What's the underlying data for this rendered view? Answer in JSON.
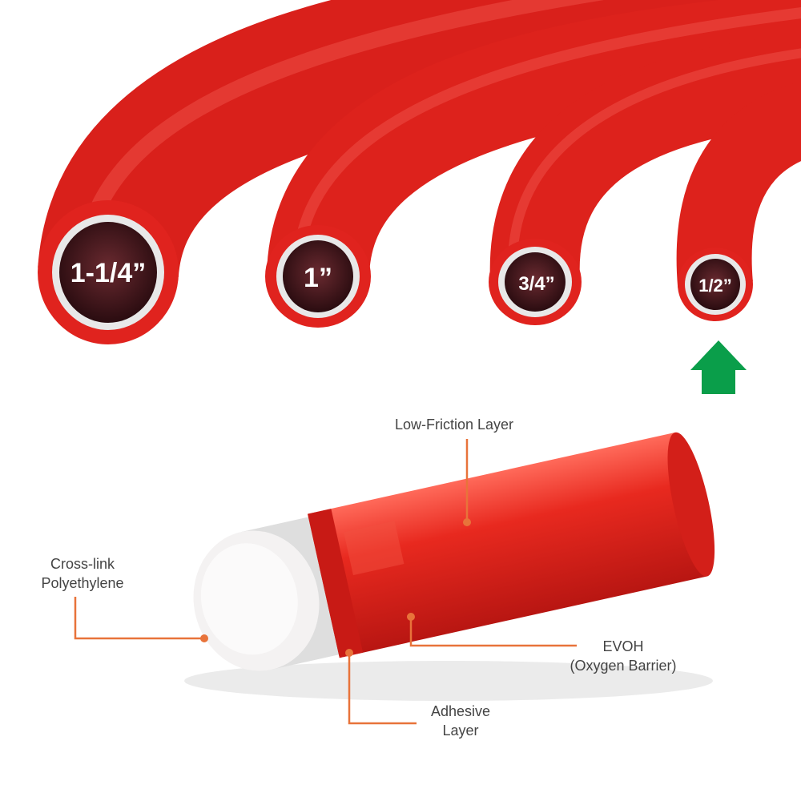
{
  "pipe_sizes": [
    {
      "label": "1-1/4”"
    },
    {
      "label": "1”"
    },
    {
      "label": "3/4”"
    },
    {
      "label": "1/2”"
    }
  ],
  "highlight": {
    "icon": "up-arrow-icon",
    "color": "#0a9e4a",
    "points_to": "1/2”"
  },
  "callouts": {
    "low_friction": {
      "lines": [
        "Low-Friction Layer"
      ]
    },
    "crosslink": {
      "lines": [
        "Cross-link",
        "Polyethylene"
      ]
    },
    "evoh": {
      "lines": [
        "EVOH",
        "(Oxygen Barrier)"
      ]
    },
    "adhesive": {
      "lines": [
        "Adhesive",
        "Layer"
      ]
    }
  },
  "colors": {
    "pipe": "#e0231e",
    "callout_line": "#e8733a",
    "bore": "#3a1418"
  }
}
